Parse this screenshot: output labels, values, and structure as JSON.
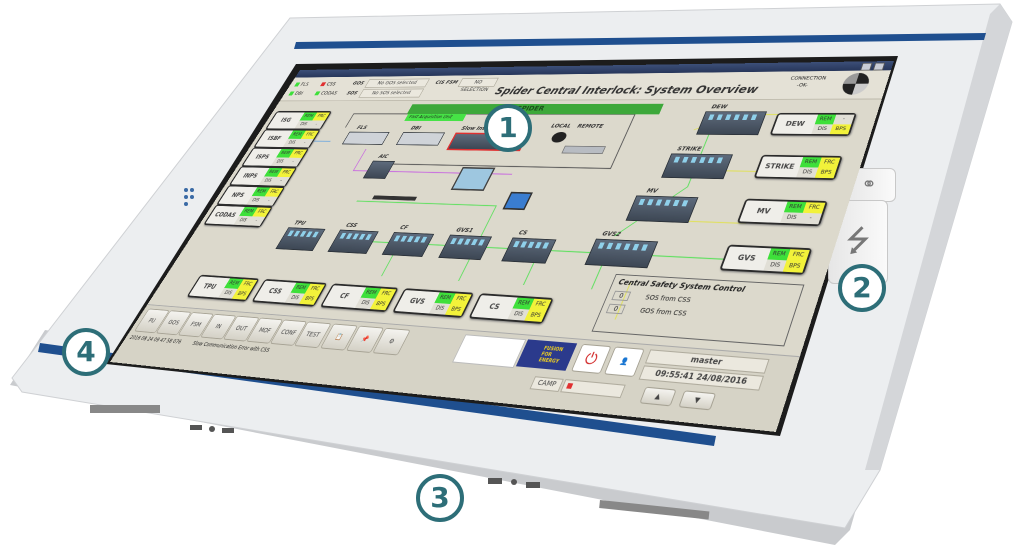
{
  "header": {
    "legend": [
      {
        "label": "FLS",
        "color": "#3ee03a"
      },
      {
        "label": "CSS",
        "color": "#e03030"
      },
      {
        "label": "DBI",
        "color": "#3ee03a"
      },
      {
        "label": "CODAS",
        "color": "#3ee03a"
      }
    ],
    "gos_label": "GOS",
    "gos_value": "No GOS selected",
    "sos_label": "SOS",
    "sos_value": "No SOS selected",
    "fsm_label": "CIS FSM",
    "fsm_value": "NO SELECTION",
    "title": "Spider Central Interlock: System Overview",
    "connection_label": "CONNECTION",
    "connection_value": "-OK-"
  },
  "diagram": {
    "spider_label": "SPIDER",
    "fast_acq_label": "Fast Acquisition Unit",
    "fls_label": "FLS",
    "dbi_label": "DBI",
    "slow_interlock_label": "Slow Interlock",
    "local_label": "LOCAL",
    "remote_label": "REMOTE",
    "aic_label": "AIC",
    "rack_labels": {
      "dew": "DEW",
      "strike": "STRIKE",
      "mv": "MV",
      "gvs2": "GVS2",
      "tpu": "TPU",
      "css": "CSS",
      "cf": "CF",
      "gvs1": "GVS1",
      "cs": "CS"
    },
    "left_status": [
      {
        "name": "ISG",
        "cells": [
          "REM",
          "FRC",
          "DIS",
          "-"
        ]
      },
      {
        "name": "ISBF",
        "cells": [
          "REM",
          "FRC",
          "DIS",
          "-"
        ]
      },
      {
        "name": "ISPS",
        "cells": [
          "REM",
          "FRC",
          "DIS",
          "-"
        ]
      },
      {
        "name": "INPS",
        "cells": [
          "REM",
          "FRC",
          "DIS",
          "-"
        ]
      },
      {
        "name": "NPS",
        "cells": [
          "REM",
          "FRC",
          "DIS",
          "-"
        ]
      },
      {
        "name": "CODAS",
        "cells": [
          "REM",
          "FRC",
          "DIS",
          "-"
        ]
      }
    ],
    "right_status": [
      {
        "name": "DEW",
        "cells": [
          "REM",
          "-",
          "DIS",
          "BPS"
        ]
      },
      {
        "name": "STRIKE",
        "cells": [
          "REM",
          "FRC",
          "DIS",
          "BPS"
        ]
      },
      {
        "name": "MV",
        "cells": [
          "REM",
          "FRC",
          "DIS",
          "-"
        ]
      },
      {
        "name": "GVS",
        "cells": [
          "REM",
          "FRC",
          "DIS",
          "BPS"
        ]
      }
    ],
    "bottom_status": [
      {
        "name": "TPU",
        "cells": [
          "REM",
          "FRC",
          "DIS",
          "BPS"
        ]
      },
      {
        "name": "CSS",
        "cells": [
          "REM",
          "FRC",
          "DIS",
          "BPS"
        ]
      },
      {
        "name": "CF",
        "cells": [
          "REM",
          "FRC",
          "DIS",
          "BPS"
        ]
      },
      {
        "name": "GVS",
        "cells": [
          "REM",
          "FRC",
          "DIS",
          "BPS"
        ]
      },
      {
        "name": "CS",
        "cells": [
          "REM",
          "FRC",
          "DIS",
          "BPS"
        ]
      }
    ],
    "css_control": {
      "title": "Central Safety System Control",
      "rows": [
        {
          "value": "0",
          "label": "SOS from CSS"
        },
        {
          "value": "0",
          "label": "GOS from CSS"
        }
      ]
    }
  },
  "toolbar": {
    "buttons": [
      "PU",
      "GOS",
      "FSM",
      "IN",
      "OUT",
      "MOF",
      "CONF",
      "TEST"
    ],
    "log_time": "2016 08 24 09 47 58 076",
    "log_message": "Slow Communication Error with CSS",
    "f4e_logo": "FUSION FOR ENERGY",
    "user": "master",
    "datetime": "09:55:41  24/08/2016",
    "camp_label": "CAMP"
  },
  "callouts": [
    "1",
    "2",
    "3",
    "4"
  ],
  "colors": {
    "accent_blue": "#1f4f8f",
    "callout": "#2d6e78",
    "ok_green": "#3ee03a",
    "warn_yellow": "#f2f23a",
    "bezel": "#e9eaec"
  }
}
